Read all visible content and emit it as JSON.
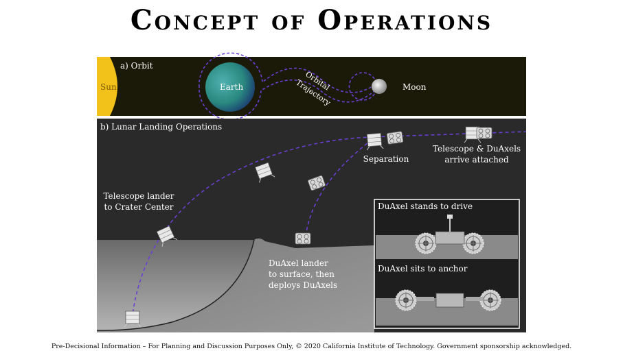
{
  "title": "Concept of Operations",
  "orbit_panel": {
    "label": "a) Orbit",
    "sun": "Sun",
    "earth": "Earth",
    "moon": "Moon",
    "trajectory_line1": "Orbital",
    "trajectory_line2": "Trajectory"
  },
  "landing_panel": {
    "label": "b) Lunar Landing Operations",
    "telescope_lander_line1": "Telescope lander",
    "telescope_lander_line2": "to Crater Center",
    "separation": "Separation",
    "arrive_line1": "Telescope & DuAxels",
    "arrive_line2": "arrive attached",
    "duaxel_lander_line1": "DuAxel lander",
    "duaxel_lander_line2": "to surface, then",
    "duaxel_lander_line3": "deploys DuAxels",
    "inset_drive": "DuAxel stands to drive",
    "inset_anchor": "DuAxel sits to anchor"
  },
  "colors": {
    "orbit_bg": "#1b1a08",
    "landing_bg": "#2a2a2a",
    "ground": "#8a8a8a",
    "trajectory": "#6a3fd0",
    "sun": "#f2c21b"
  },
  "footer": "Pre-Decisional Information – For Planning and Discussion Purposes Only, © 2020 California Institute of Technology. Government sponsorship acknowledged."
}
